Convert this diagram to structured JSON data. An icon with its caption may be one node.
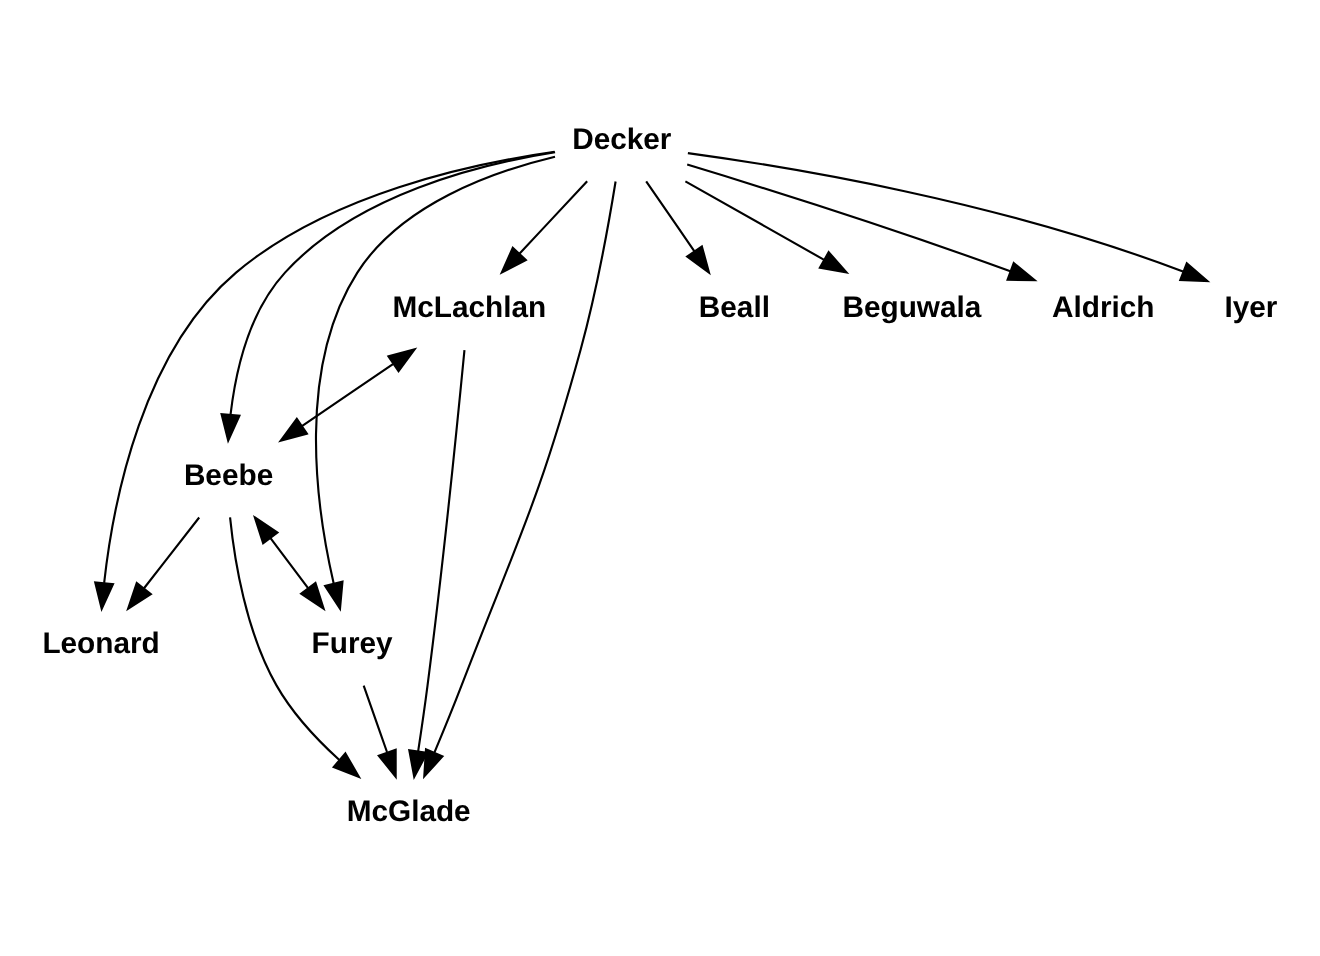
{
  "diagram": {
    "nodes": [
      {
        "text": [
          "Decker"
        ]
      },
      {
        "text": [
          "Beebe"
        ]
      },
      {
        "text": [
          "McLachlan"
        ]
      },
      {
        "text": [
          "Furey"
        ]
      },
      {
        "text": [
          "Beall"
        ]
      },
      {
        "text": [
          "Beguwala"
        ]
      },
      {
        "text": [
          "Aldrich"
        ]
      },
      {
        "text": [
          "Iyer"
        ]
      },
      {
        "text": [
          "Leonard"
        ]
      },
      {
        "text": [
          "McGlade"
        ]
      }
    ],
    "edges": [
      {
        "from": 0,
        "to": 4,
        "arrow": "to"
      },
      {
        "from": 0,
        "to": 5,
        "arrow": "to"
      },
      {
        "from": 0,
        "to": 6,
        "arrow": "to"
      },
      {
        "from": 0,
        "to": 7,
        "arrow": "to"
      },
      {
        "from": 0,
        "to": 8,
        "arrow": "to"
      },
      {
        "from": 0,
        "to": 2,
        "arrow": "to"
      },
      {
        "from": 0,
        "to": 9,
        "arrow": "to"
      },
      {
        "from": 0,
        "to": 1,
        "arrow": "to"
      },
      {
        "from": 0,
        "to": 3,
        "arrow": "to"
      },
      {
        "from": 2,
        "to": 1,
        "arrow": "both"
      },
      {
        "from": 1,
        "to": 3,
        "arrow": "both"
      },
      {
        "from": 1,
        "to": 8,
        "arrow": "to"
      },
      {
        "from": 1,
        "to": 9,
        "arrow": "to"
      },
      {
        "from": 2,
        "to": 9,
        "arrow": "to"
      },
      {
        "from": 3,
        "to": 9,
        "arrow": "to"
      }
    ]
  }
}
